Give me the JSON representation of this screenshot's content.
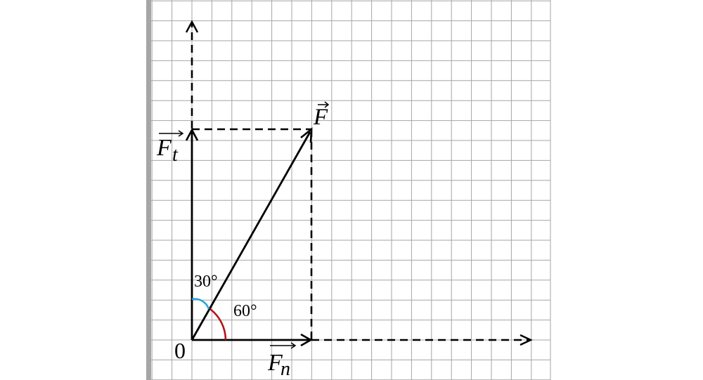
{
  "diagram": {
    "labels": {
      "force": "F",
      "tangential": "F",
      "tangential_sub": "t",
      "normal": "F",
      "normal_sub": "n",
      "origin": "0",
      "angle_top": "30°",
      "angle_bottom": "60°"
    },
    "colors": {
      "grid": "#a6a6a6",
      "left_bar": "#a6a6a6",
      "vectors": "#000000",
      "angle_30": "#29a7dc",
      "angle_60": "#b2151b"
    }
  }
}
